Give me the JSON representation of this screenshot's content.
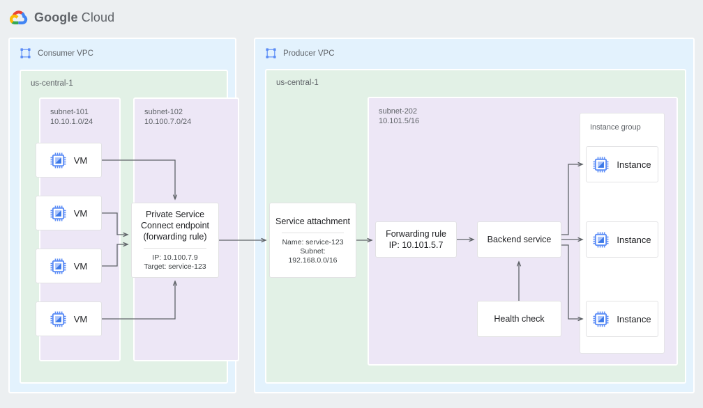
{
  "brand": {
    "logo_icon": "google-cloud-logo",
    "name_primary": "Google",
    "name_secondary": "Cloud"
  },
  "consumer_vpc": {
    "icon": "vpc-network-icon",
    "title": "Consumer VPC",
    "region": "us-central-1",
    "subnet_left": {
      "name": "subnet-101",
      "cidr": "10.10.1.0/24",
      "vms": [
        {
          "icon": "compute-vm-icon",
          "label": "VM"
        },
        {
          "icon": "compute-vm-icon",
          "label": "VM"
        },
        {
          "icon": "compute-vm-icon",
          "label": "VM"
        },
        {
          "icon": "compute-vm-icon",
          "label": "VM"
        }
      ]
    },
    "subnet_right": {
      "name": "subnet-102",
      "cidr": "10.100.7.0/24",
      "endpoint": {
        "title_line1": "Private Service",
        "title_line2": "Connect endpoint",
        "title_line3": "(forwarding rule)",
        "detail_line1": "IP: 10.100.7.9",
        "detail_line2": "Target: service-123"
      }
    }
  },
  "producer_vpc": {
    "icon": "vpc-network-icon",
    "title": "Producer VPC",
    "region": "us-central-1",
    "service_attachment": {
      "title": "Service attachment",
      "detail_line1": "Name: service-123",
      "detail_line2": "Subnet:",
      "detail_line3": "192.168.0.0/16"
    },
    "subnet": {
      "name": "subnet-202",
      "cidr": "10.101.5/16"
    },
    "forwarding_rule": {
      "line1": "Forwarding rule",
      "line2": "IP: 10.101.5.7"
    },
    "backend_service": {
      "label": "Backend service"
    },
    "health_check": {
      "label": "Health check"
    },
    "instance_group": {
      "title": "Instance group",
      "instances": [
        {
          "icon": "compute-vm-icon",
          "label": "Instance"
        },
        {
          "icon": "compute-vm-icon",
          "label": "Instance"
        },
        {
          "icon": "compute-vm-icon",
          "label": "Instance"
        }
      ]
    }
  },
  "colors": {
    "page_background": "#eceff1",
    "vpc_fill": "#e3f2fd",
    "region_fill": "#e2f1e6",
    "subnet_fill": "#ede7f6",
    "card_fill": "#ffffff",
    "connector": "#5f6368",
    "icon_blue": "#5c8df6",
    "text_primary": "#202124",
    "text_secondary": "#5f6368"
  }
}
